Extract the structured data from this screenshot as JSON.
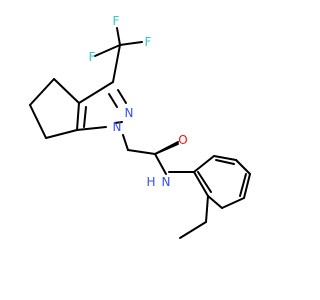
{
  "molecule": {
    "atom_labels": [
      {
        "id": "F1",
        "text": "F",
        "color": "#33cccc"
      },
      {
        "id": "F2",
        "text": "F",
        "color": "#33cccc"
      },
      {
        "id": "F3",
        "text": "F",
        "color": "#33cccc"
      },
      {
        "id": "N2",
        "text": "N",
        "color": "#3050f8"
      },
      {
        "id": "N1",
        "text": "N",
        "color": "#3050f8"
      },
      {
        "id": "O",
        "text": "O",
        "color": "#ff0d0d"
      },
      {
        "id": "NH_N",
        "text": "N",
        "color": "#3050f8"
      },
      {
        "id": "NH_H",
        "text": "H",
        "color": "#3050f8"
      }
    ]
  }
}
